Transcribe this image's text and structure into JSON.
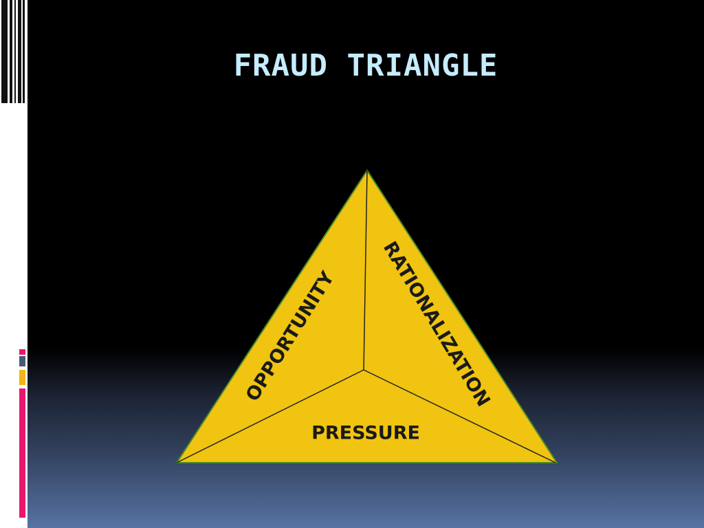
{
  "slide": {
    "title": "FRAUD TRIANGLE"
  },
  "diagram": {
    "fill_color": "#f0c410",
    "edge_color": "#4a8a2a",
    "divider_color": "#222222",
    "labels": {
      "left": "OPPORTUNITY",
      "right": "RATIONALIZATION",
      "bottom": "PRESSURE"
    }
  },
  "accents": {
    "colors": [
      "#e8176e",
      "#4a5a72",
      "#f2b418",
      "#e8176e"
    ]
  }
}
